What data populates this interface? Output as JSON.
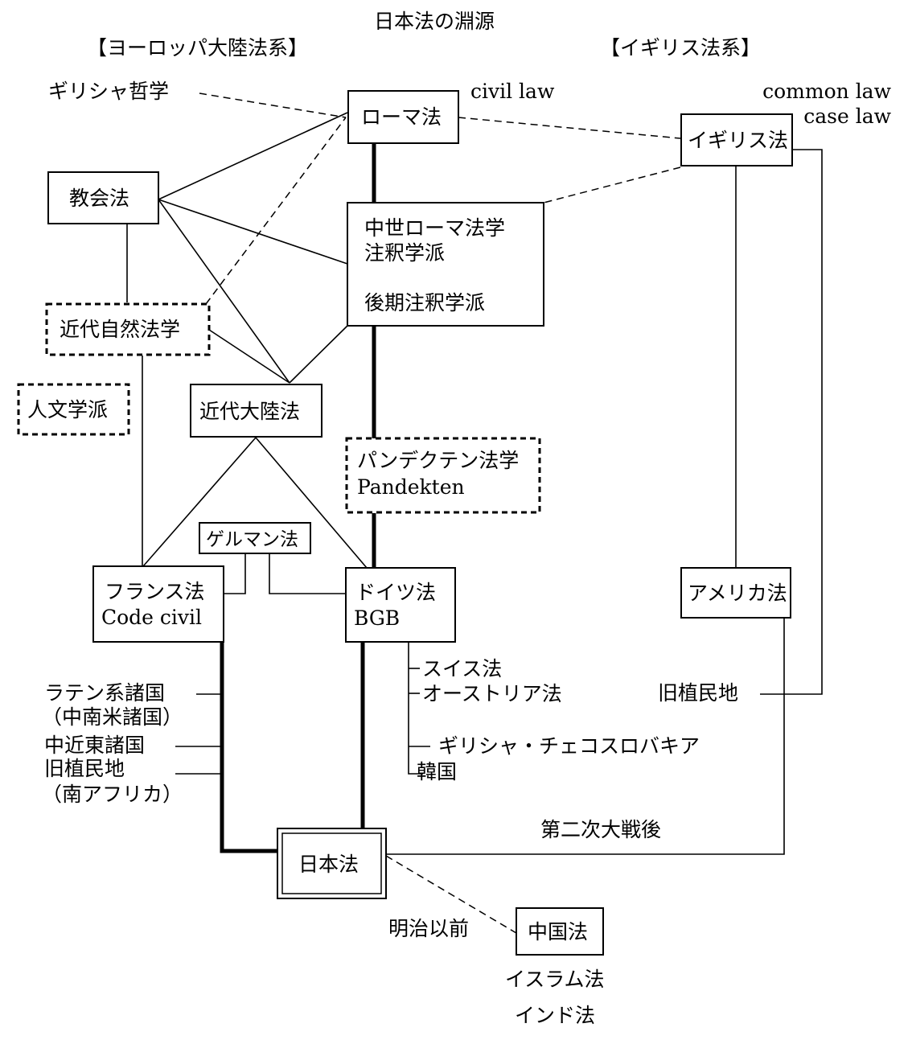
{
  "title": "日本法の淵源",
  "headers": {
    "europe": "【ヨーロッパ大陸法系】",
    "england": "【イギリス法系】"
  },
  "labels": {
    "greek_philosophy": "ギリシャ哲学",
    "civil_law": "civil law",
    "common_law": "common law",
    "case_law": "case law",
    "postwar": "第二次大戦後",
    "pre_meiji": "明治以前"
  },
  "nodes": {
    "roman_law": "ローマ法",
    "english_law": "イギリス法",
    "canon_law": "教会法",
    "medieval_line1": "中世ローマ法学",
    "medieval_line2": "注釈学派",
    "medieval_line3": "後期注釈学派",
    "natural_law": "近代自然法学",
    "humanist": "人文学派",
    "modern_continental": "近代大陸法",
    "pandekten_line1": "パンデクテン法学",
    "pandekten_line2": "Pandekten",
    "germanic_law": "ゲルマン法",
    "french_line1": "フランス法",
    "french_line2": "Code civil",
    "german_line1": "ドイツ法",
    "german_line2": "BGB",
    "american_law": "アメリカ法",
    "japanese_law": "日本法",
    "chinese_law": "中国法"
  },
  "german_descendants": [
    "スイス法",
    "オーストリア法",
    "ギリシャ・チェコスロバキア",
    "韓国"
  ],
  "french_descendants": [
    "ラテン系諸国",
    "（中南米諸国）",
    "中近東諸国",
    "旧植民地",
    "（南アフリカ）"
  ],
  "english_descendants": [
    "旧植民地"
  ],
  "other_sources": [
    "イスラム法",
    "インド法"
  ]
}
